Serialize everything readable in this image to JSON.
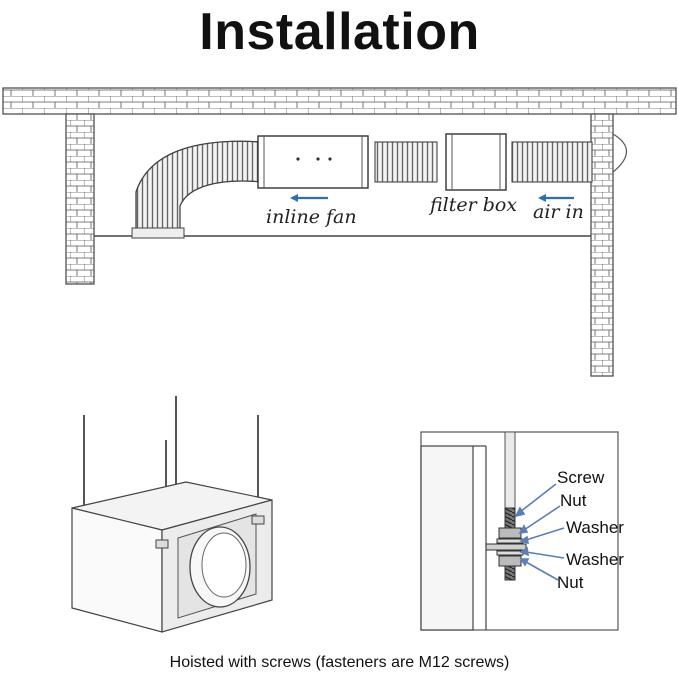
{
  "title": "Installation",
  "caption": "Hoisted with screws (fasteners are M12 screws)",
  "top_diagram": {
    "labels": {
      "inline_fan": "inline fan",
      "filter_box": "filter box",
      "air_in": "air in"
    }
  },
  "fastener_detail": {
    "labels": {
      "screw": "Screw",
      "nut_top": "Nut",
      "washer_top": "Washer",
      "washer_bottom": "Washer",
      "nut_bottom": "Nut"
    },
    "callout_color": "#5b7fb3"
  },
  "colors": {
    "arrow": "#2f6fb0",
    "line": "#444444"
  }
}
